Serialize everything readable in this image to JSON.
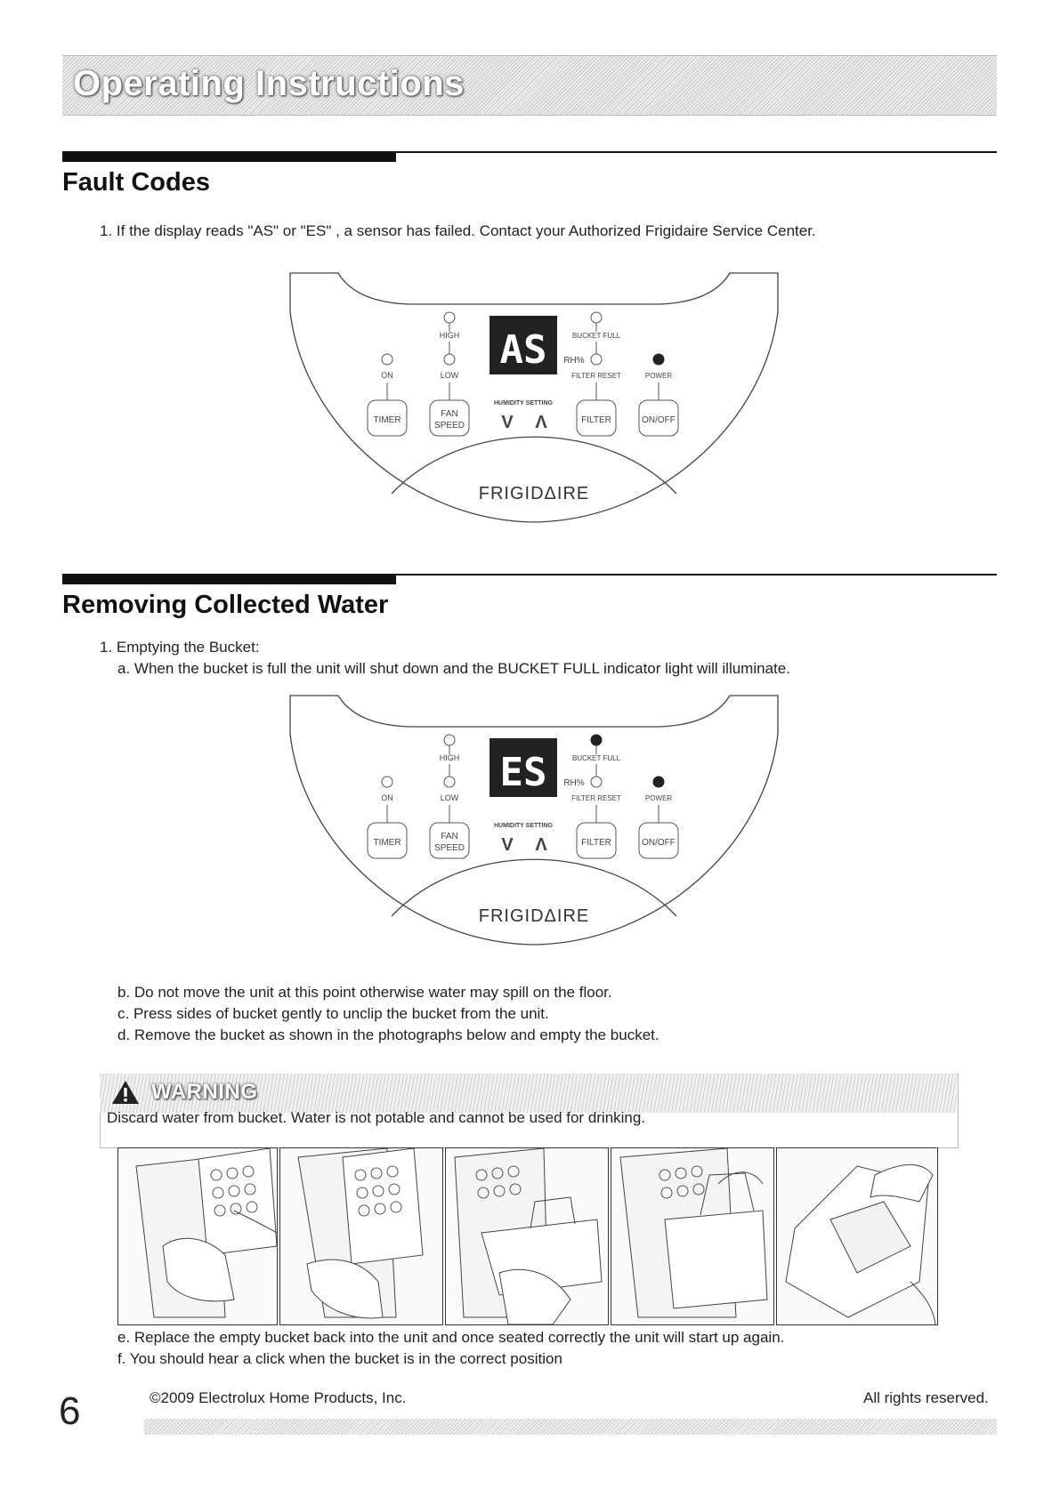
{
  "header": {
    "title": "Operating Instructions"
  },
  "fault_codes": {
    "title": "Fault Codes",
    "item1": "1. If the display reads  \"AS\"  or  \"ES\" , a sensor has failed. Contact your Authorized Frigidaire Service Center."
  },
  "panel_labels": {
    "high": "HIGH",
    "low": "LOW",
    "on": "ON",
    "bucket_full": "BUCKET FULL",
    "rh": "RH%",
    "filter_reset": "FILTER RESET",
    "power": "POWER",
    "humidity_setting": "HUMIDITY SETTING",
    "timer": "TIMER",
    "fan": "FAN",
    "speed": "SPEED",
    "down_arrow": "V",
    "up_arrow": "Λ",
    "filter": "FILTER",
    "on_off": "ON/OFF",
    "brand": "FRIGIDΔIRE"
  },
  "panel1": {
    "display": "AS",
    "bucket_full_lit": false
  },
  "panel2": {
    "display": "ES",
    "bucket_full_lit": true
  },
  "removing_water": {
    "title": "Removing Collected Water",
    "item1": "1. Emptying the Bucket:",
    "item_a": "a.  When the bucket is full the unit will shut down and the BUCKET FULL indicator light will illuminate.",
    "item_b": "b.   Do not move the unit at this point otherwise water may spill on the floor.",
    "item_c": "c.   Press sides of bucket gently to unclip the bucket from the unit.",
    "item_d": "d.   Remove the bucket as shown in the photographs below and empty the bucket.",
    "item_e": "e.  Replace the empty bucket back into the unit and once seated correctly the unit will start up again.",
    "item_f": "f.   You should hear a click when the bucket is in the correct position"
  },
  "warning": {
    "title": "WARNING",
    "text": "Discard water from bucket. Water is not potable and cannot be used for drinking."
  },
  "footer": {
    "page_number": "6",
    "copyright": "©2009 Electrolux Home Products, Inc.",
    "rights": "All rights reserved."
  }
}
